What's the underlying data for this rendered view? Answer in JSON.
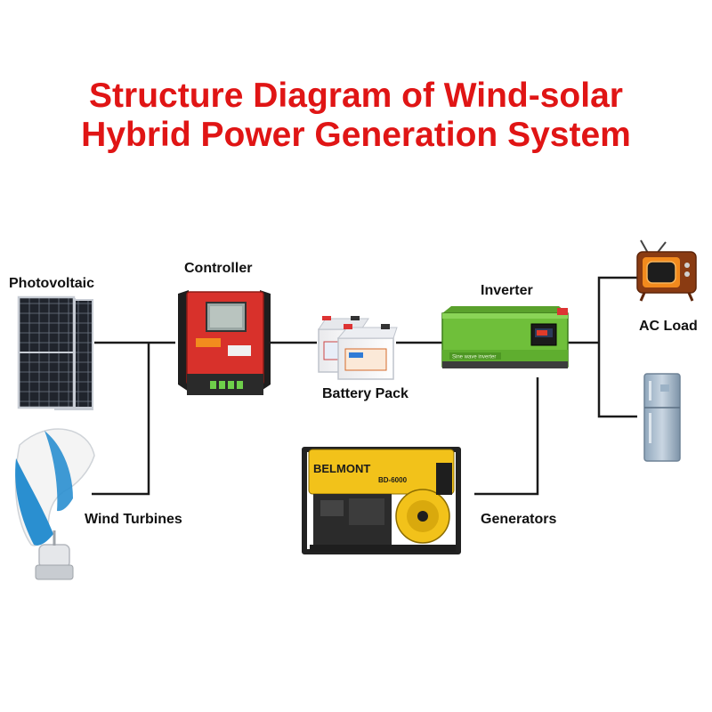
{
  "title": {
    "line1": "Structure Diagram of Wind-solar",
    "line2": "Hybrid Power Generation System"
  },
  "labels": {
    "photovoltaic": "Photovoltaic",
    "controller": "Controller",
    "inverter": "Inverter",
    "ac_load": "AC Load",
    "battery_pack": "Battery Pack",
    "wind_turbines": "Wind Turbines",
    "generators": "Generators"
  },
  "device_text": {
    "inverter_panel": "Sine wave inverter",
    "generator_brand": "BELMONT",
    "generator_model": "BD-6000"
  },
  "colors": {
    "title": "#e01515",
    "wire": "#1a1a1a",
    "controller": "#d8312b",
    "inverter": "#6fbf3a",
    "generator": "#f2c21a",
    "turbine_blue": "#2a8fd0",
    "solar_cell": "#22262e"
  }
}
